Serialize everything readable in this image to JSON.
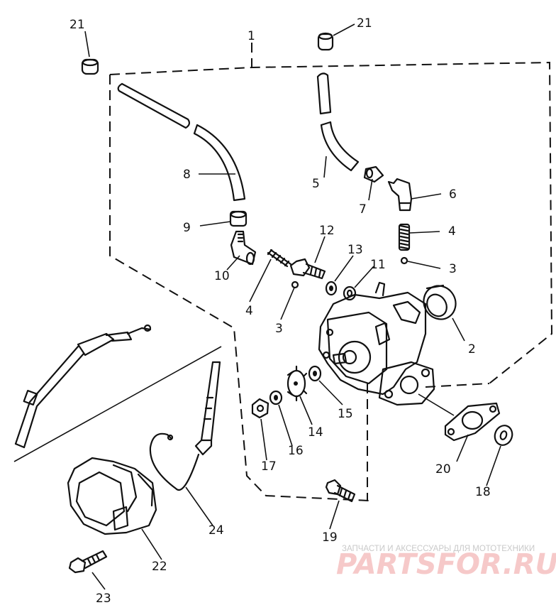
{
  "callouts": {
    "c1": "1",
    "c2": "2",
    "c3a": "3",
    "c3b": "3",
    "c4a": "4",
    "c4b": "4",
    "c5": "5",
    "c6": "6",
    "c7": "7",
    "c8": "8",
    "c9": "9",
    "c10": "10",
    "c11": "11",
    "c12": "12",
    "c13": "13",
    "c14": "14",
    "c15": "15",
    "c16": "16",
    "c17": "17",
    "c18": "18",
    "c19": "19",
    "c20": "20",
    "c21a": "21",
    "c21b": "21",
    "c22": "22",
    "c23": "23",
    "c24": "24"
  },
  "watermark": {
    "subtitle": "ЗАПЧАСТИ И АКСЕССУАРЫ ДЛЯ МОТОТЕХНИКИ",
    "brand": "PARTSFOR.RU"
  },
  "colors": {
    "line": "#111111",
    "watermark_brand": "#f6c9c9",
    "watermark_text": "#c9c9c9"
  }
}
